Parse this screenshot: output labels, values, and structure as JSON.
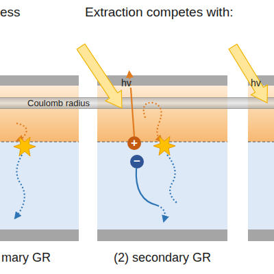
{
  "diagram": {
    "nodes": [
      {
        "text": [
          "mary GR"
        ]
      },
      {
        "text": [
          "(2) secondary GR"
        ]
      },
      {
        "text": [
          "Coulomb radius"
        ]
      },
      {
        "text": [
          "+"
        ],
        "in": 1
      },
      {
        "text": [
          "−"
        ],
        "in": 1
      }
    ],
    "labels": [
      "ess",
      "Extraction competes with:",
      "hv",
      "hv"
    ]
  }
}
